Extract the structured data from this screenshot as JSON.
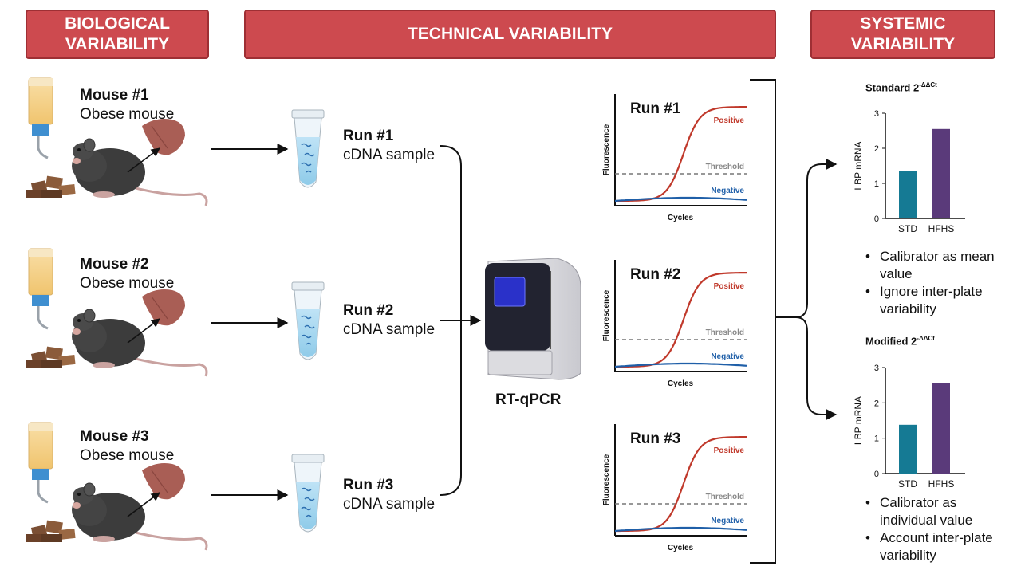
{
  "headers": {
    "biological": "BIOLOGICAL VARIABILITY",
    "technical": "TECHNICAL VARIABILITY",
    "systemic": "SYSTEMIC VARIABILITY"
  },
  "mice": [
    {
      "title": "Mouse #1",
      "subtitle": "Obese mouse"
    },
    {
      "title": "Mouse #2",
      "subtitle": "Obese mouse"
    },
    {
      "title": "Mouse #3",
      "subtitle": "Obese mouse"
    }
  ],
  "samples": [
    {
      "title": "Run #1",
      "subtitle": "cDNA sample"
    },
    {
      "title": "Run #2",
      "subtitle": "cDNA sample"
    },
    {
      "title": "Run #3",
      "subtitle": "cDNA sample"
    }
  ],
  "machine_label": "RT-qPCR",
  "qpcr_plots": [
    {
      "title": "Run #1",
      "positive": "Positive",
      "threshold": "Threshold",
      "negative": "Negative",
      "xlabel": "Cycles",
      "ylabel": "Fluorescence"
    },
    {
      "title": "Run #2",
      "positive": "Positive",
      "threshold": "Threshold",
      "negative": "Negative",
      "xlabel": "Cycles",
      "ylabel": "Fluorescence"
    },
    {
      "title": "Run #3",
      "positive": "Positive",
      "threshold": "Threshold",
      "negative": "Negative",
      "xlabel": "Cycles",
      "ylabel": "Fluorescence"
    }
  ],
  "standard": {
    "title": "Standard 2",
    "title_sup": "-ΔΔCt",
    "bullets": [
      "Calibrator as mean value",
      "Ignore inter-plate variability"
    ]
  },
  "modified": {
    "title": "Modified 2",
    "title_sup": "-ΔΔCt",
    "bullets": [
      "Calibrator as individual value",
      "Account inter-plate variability"
    ]
  },
  "colors": {
    "header_red": "#cd4a4f",
    "std_bar": "#157a94",
    "hfhs_bar": "#5a3a7a",
    "positive_curve": "#c0392b",
    "negative_curve": "#1f5fa8"
  },
  "chart_data": [
    {
      "type": "bar",
      "categories": [
        "STD",
        "HFHS"
      ],
      "values": [
        1.35,
        2.55
      ],
      "ylabel": "LBP mRNA",
      "ylim": [
        0,
        3
      ],
      "yticks": [
        "0",
        "1",
        "2",
        "3"
      ]
    },
    {
      "type": "bar",
      "categories": [
        "STD",
        "HFHS"
      ],
      "values": [
        1.38,
        2.55
      ],
      "ylabel": "LBP mRNA",
      "ylim": [
        0,
        3
      ],
      "yticks": [
        "0",
        "1",
        "2",
        "3"
      ]
    }
  ]
}
